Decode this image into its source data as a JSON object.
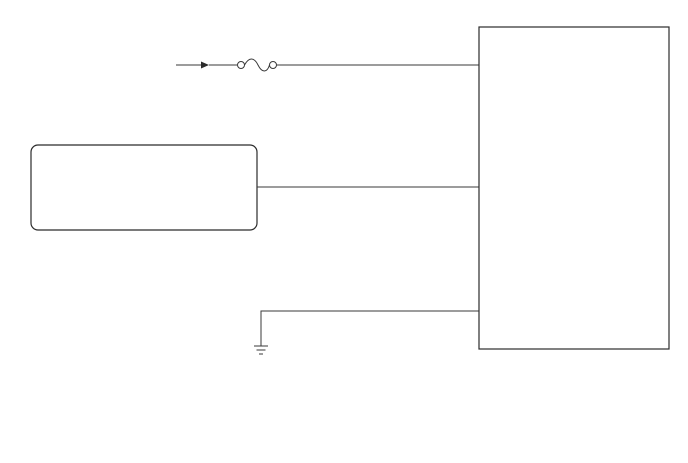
{
  "diagram": {
    "colors": {
      "background": "#ffffff",
      "line": "#3a3a3a",
      "box": "#2b2b2b"
    },
    "components": [
      {
        "id": "control-module",
        "shape": "rectangle"
      },
      {
        "id": "sensor-unit",
        "shape": "rounded-rectangle"
      },
      {
        "id": "fuse",
        "symbol": "fuse-icon"
      },
      {
        "id": "power-input",
        "symbol": "arrow-right-icon"
      },
      {
        "id": "ground",
        "symbol": "ground-icon"
      }
    ],
    "connections": [
      {
        "from": "power-input",
        "to": "fuse"
      },
      {
        "from": "fuse",
        "to": "control-module"
      },
      {
        "from": "sensor-unit",
        "to": "control-module"
      },
      {
        "from": "ground",
        "to": "control-module"
      }
    ]
  }
}
